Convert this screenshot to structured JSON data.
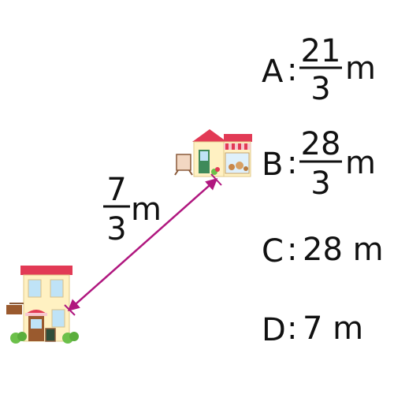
{
  "distance_label": {
    "numerator": "7",
    "denominator": "3",
    "unit": "m"
  },
  "options": [
    {
      "letter": "A",
      "separator": ":",
      "numerator": "21",
      "denominator": "3",
      "unit": "m"
    },
    {
      "letter": "B",
      "separator": ":",
      "numerator": "28",
      "denominator": "3",
      "unit": "m"
    },
    {
      "letter": "C",
      "separator": ":",
      "text": "28 m"
    },
    {
      "letter": "D",
      "separator": ":",
      "text": "7 m"
    }
  ],
  "colors": {
    "arrow": "#b0177f",
    "roof": "#e23a55",
    "wall": "#fff1c2",
    "window": "#bfe3f7",
    "door": "#9a5a2e",
    "bush": "#6cc04a"
  },
  "icons": [
    "shop-building-icon",
    "house-building-icon"
  ]
}
